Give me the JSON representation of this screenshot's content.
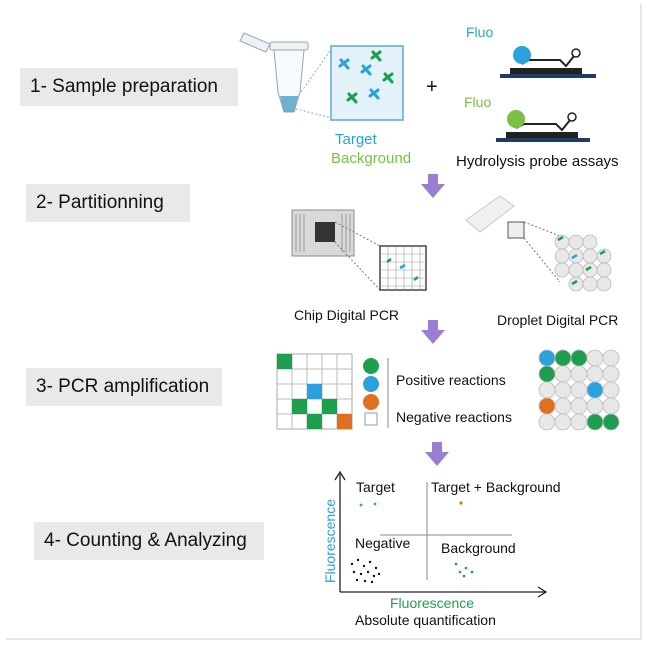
{
  "steps": {
    "s1": "1- Sample preparation",
    "s2": "2- Partitionning",
    "s3": "3- PCR amplification",
    "s4": "4- Counting & Analyzing"
  },
  "prep": {
    "target": "Target",
    "background": "Background",
    "plus": "+",
    "fluo1": "Fluo",
    "fluo2": "Fluo",
    "probe_caption": "Hydrolysis probe assays"
  },
  "partition": {
    "chip": "Chip Digital PCR",
    "droplet": "Droplet Digital PCR"
  },
  "amplification": {
    "positive": "Positive reactions",
    "negative": "Negative reactions"
  },
  "analysis": {
    "q_target": "Target",
    "q_both": "Target + Background",
    "q_negative": "Negative",
    "q_background": "Background",
    "y_axis": "Fluorescence",
    "x_axis": "Fluorescence",
    "caption": "Absolute quantification"
  },
  "colors": {
    "blue": "#2aa1dc",
    "green": "#1e9e4f",
    "orange": "#e07020",
    "arrow": "#9a7fd1",
    "lightgreen": "#7ac143",
    "navy": "#1f3b66"
  }
}
